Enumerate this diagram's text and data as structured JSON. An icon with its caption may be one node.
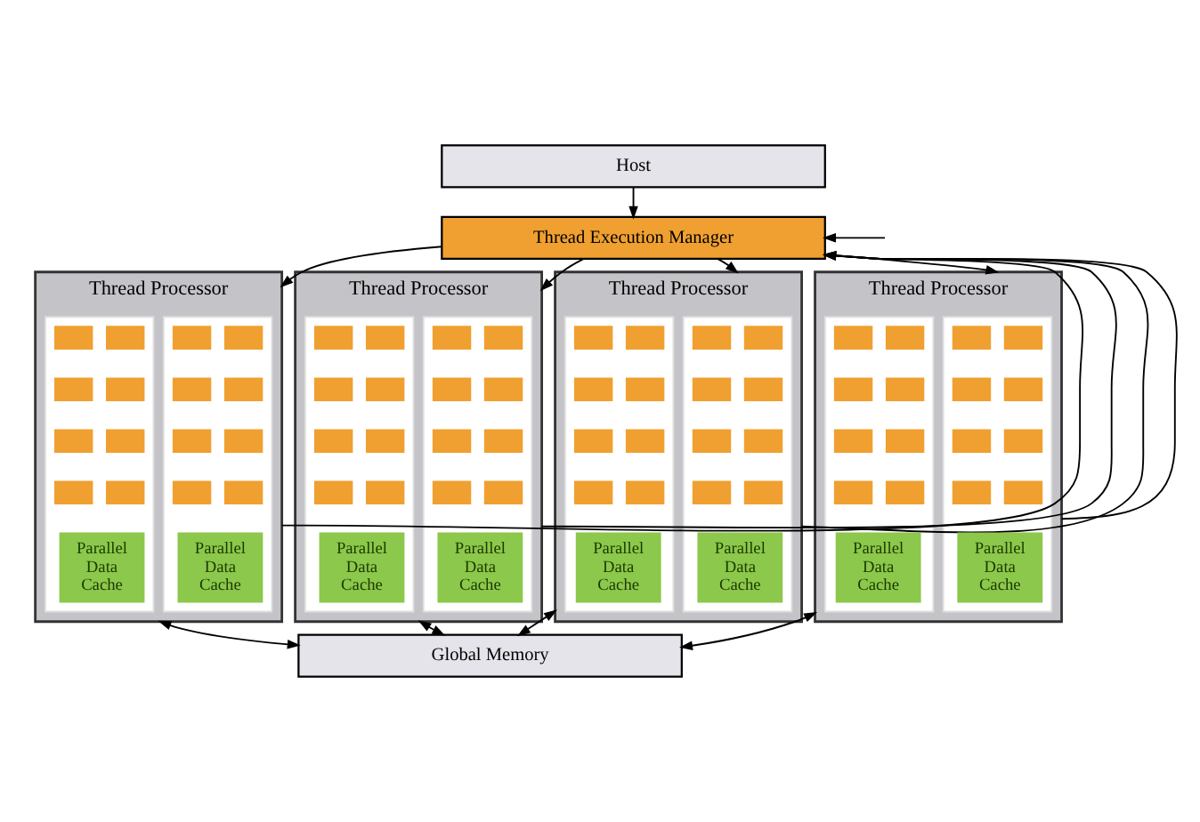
{
  "diagram": {
    "nodes": [
      {
        "text": [
          "Host"
        ]
      },
      {
        "text": [
          "Thread Execution Manager"
        ]
      },
      {
        "text": [
          "Thread Processor"
        ]
      },
      {
        "text": [],
        "shape": "box",
        "in": 2
      },
      {
        "text": [],
        "shape": "box",
        "in": 3
      },
      {
        "text": [],
        "shape": "box",
        "in": 3
      },
      {
        "text": [],
        "shape": "box",
        "in": 3
      },
      {
        "text": [],
        "shape": "box",
        "in": 3
      },
      {
        "text": [],
        "shape": "box",
        "in": 3
      },
      {
        "text": [],
        "shape": "box",
        "in": 3
      },
      {
        "text": [],
        "shape": "box",
        "in": 3
      },
      {
        "text": [],
        "shape": "box",
        "in": 3
      },
      {
        "text": [
          "Parallel Data Cache"
        ],
        "in": 3
      },
      {
        "text": [],
        "shape": "box",
        "in": 2
      },
      {
        "text": [],
        "shape": "box",
        "in": 13
      },
      {
        "text": [],
        "shape": "box",
        "in": 13
      },
      {
        "text": [],
        "shape": "box",
        "in": 13
      },
      {
        "text": [],
        "shape": "box",
        "in": 13
      },
      {
        "text": [],
        "shape": "box",
        "in": 13
      },
      {
        "text": [],
        "shape": "box",
        "in": 13
      },
      {
        "text": [],
        "shape": "box",
        "in": 13
      },
      {
        "text": [],
        "shape": "box",
        "in": 13
      },
      {
        "text": [
          "Parallel Data Cache"
        ],
        "in": 13
      },
      {
        "text": [
          "Thread Processor"
        ]
      },
      {
        "text": [],
        "shape": "box",
        "in": 23
      },
      {
        "text": [],
        "shape": "box",
        "in": 24
      },
      {
        "text": [],
        "shape": "box",
        "in": 24
      },
      {
        "text": [],
        "shape": "box",
        "in": 24
      },
      {
        "text": [],
        "shape": "box",
        "in": 24
      },
      {
        "text": [],
        "shape": "box",
        "in": 24
      },
      {
        "text": [],
        "shape": "box",
        "in": 24
      },
      {
        "text": [],
        "shape": "box",
        "in": 24
      },
      {
        "text": [],
        "shape": "box",
        "in": 24
      },
      {
        "text": [
          "Parallel Data Cache"
        ],
        "in": 24
      },
      {
        "text": [],
        "shape": "box",
        "in": 23
      },
      {
        "text": [],
        "shape": "box",
        "in": 34
      },
      {
        "text": [],
        "shape": "box",
        "in": 34
      },
      {
        "text": [],
        "shape": "box",
        "in": 34
      },
      {
        "text": [],
        "shape": "box",
        "in": 34
      },
      {
        "text": [],
        "shape": "box",
        "in": 34
      },
      {
        "text": [],
        "shape": "box",
        "in": 34
      },
      {
        "text": [],
        "shape": "box",
        "in": 34
      },
      {
        "text": [],
        "shape": "box",
        "in": 34
      },
      {
        "text": [
          "Parallel Data Cache"
        ],
        "in": 34
      },
      {
        "text": [
          "Thread Processor"
        ]
      },
      {
        "text": [],
        "shape": "box",
        "in": 44
      },
      {
        "text": [],
        "shape": "box",
        "in": 45
      },
      {
        "text": [],
        "shape": "box",
        "in": 45
      },
      {
        "text": [],
        "shape": "box",
        "in": 45
      },
      {
        "text": [],
        "shape": "box",
        "in": 45
      },
      {
        "text": [],
        "shape": "box",
        "in": 45
      },
      {
        "text": [],
        "shape": "box",
        "in": 45
      },
      {
        "text": [],
        "shape": "box",
        "in": 45
      },
      {
        "text": [],
        "shape": "box",
        "in": 45
      },
      {
        "text": [
          "Parallel Data Cache"
        ],
        "in": 45
      },
      {
        "text": [],
        "shape": "box",
        "in": 44
      },
      {
        "text": [],
        "shape": "box",
        "in": 55
      },
      {
        "text": [],
        "shape": "box",
        "in": 55
      },
      {
        "text": [],
        "shape": "box",
        "in": 55
      },
      {
        "text": [],
        "shape": "box",
        "in": 55
      },
      {
        "text": [],
        "shape": "box",
        "in": 55
      },
      {
        "text": [],
        "shape": "box",
        "in": 55
      },
      {
        "text": [],
        "shape": "box",
        "in": 55
      },
      {
        "text": [],
        "shape": "box",
        "in": 55
      },
      {
        "text": [
          "Parallel Data Cache"
        ],
        "in": 55
      },
      {
        "text": [
          "Thread Processor"
        ]
      },
      {
        "text": [],
        "shape": "box",
        "in": 65
      },
      {
        "text": [],
        "shape": "box",
        "in": 66
      },
      {
        "text": [],
        "shape": "box",
        "in": 66
      },
      {
        "text": [],
        "shape": "box",
        "in": 66
      },
      {
        "text": [],
        "shape": "box",
        "in": 66
      },
      {
        "text": [],
        "shape": "box",
        "in": 66
      },
      {
        "text": [],
        "shape": "box",
        "in": 66
      },
      {
        "text": [],
        "shape": "box",
        "in": 66
      },
      {
        "text": [],
        "shape": "box",
        "in": 66
      },
      {
        "text": [
          "Parallel Data Cache"
        ],
        "in": 66
      },
      {
        "text": [],
        "shape": "box",
        "in": 65
      },
      {
        "text": [],
        "shape": "box",
        "in": 76
      },
      {
        "text": [],
        "shape": "box",
        "in": 76
      },
      {
        "text": [],
        "shape": "box",
        "in": 76
      },
      {
        "text": [],
        "shape": "box",
        "in": 76
      },
      {
        "text": [],
        "shape": "box",
        "in": 76
      },
      {
        "text": [],
        "shape": "box",
        "in": 76
      },
      {
        "text": [],
        "shape": "box",
        "in": 76
      },
      {
        "text": [],
        "shape": "box",
        "in": 76
      },
      {
        "text": [
          "Parallel Data Cache"
        ],
        "in": 76
      },
      {
        "text": [
          "Global Memory"
        ]
      }
    ],
    "edges": [
      {
        "from": 0,
        "to": 1,
        "arrow": "to"
      },
      {
        "from": null,
        "to": 1,
        "arrow": "to"
      },
      {
        "from": 1,
        "to": 2,
        "arrow": "to"
      },
      {
        "from": 1,
        "to": 23,
        "arrow": "to"
      },
      {
        "from": 1,
        "to": 44,
        "arrow": "to"
      },
      {
        "from": 1,
        "to": 65,
        "arrow": "to"
      },
      {
        "from": 2,
        "to": 1,
        "arrow": "to"
      },
      {
        "from": 23,
        "to": 1,
        "arrow": "to"
      },
      {
        "from": 44,
        "to": 1,
        "arrow": "to"
      },
      {
        "from": 65,
        "to": 1,
        "arrow": "to"
      },
      {
        "from": 2,
        "to": 86,
        "arrow": "both"
      },
      {
        "from": 23,
        "to": 86,
        "arrow": "both"
      },
      {
        "from": 44,
        "to": 86,
        "arrow": "both"
      },
      {
        "from": 65,
        "to": 86,
        "arrow": "both"
      }
    ]
  }
}
